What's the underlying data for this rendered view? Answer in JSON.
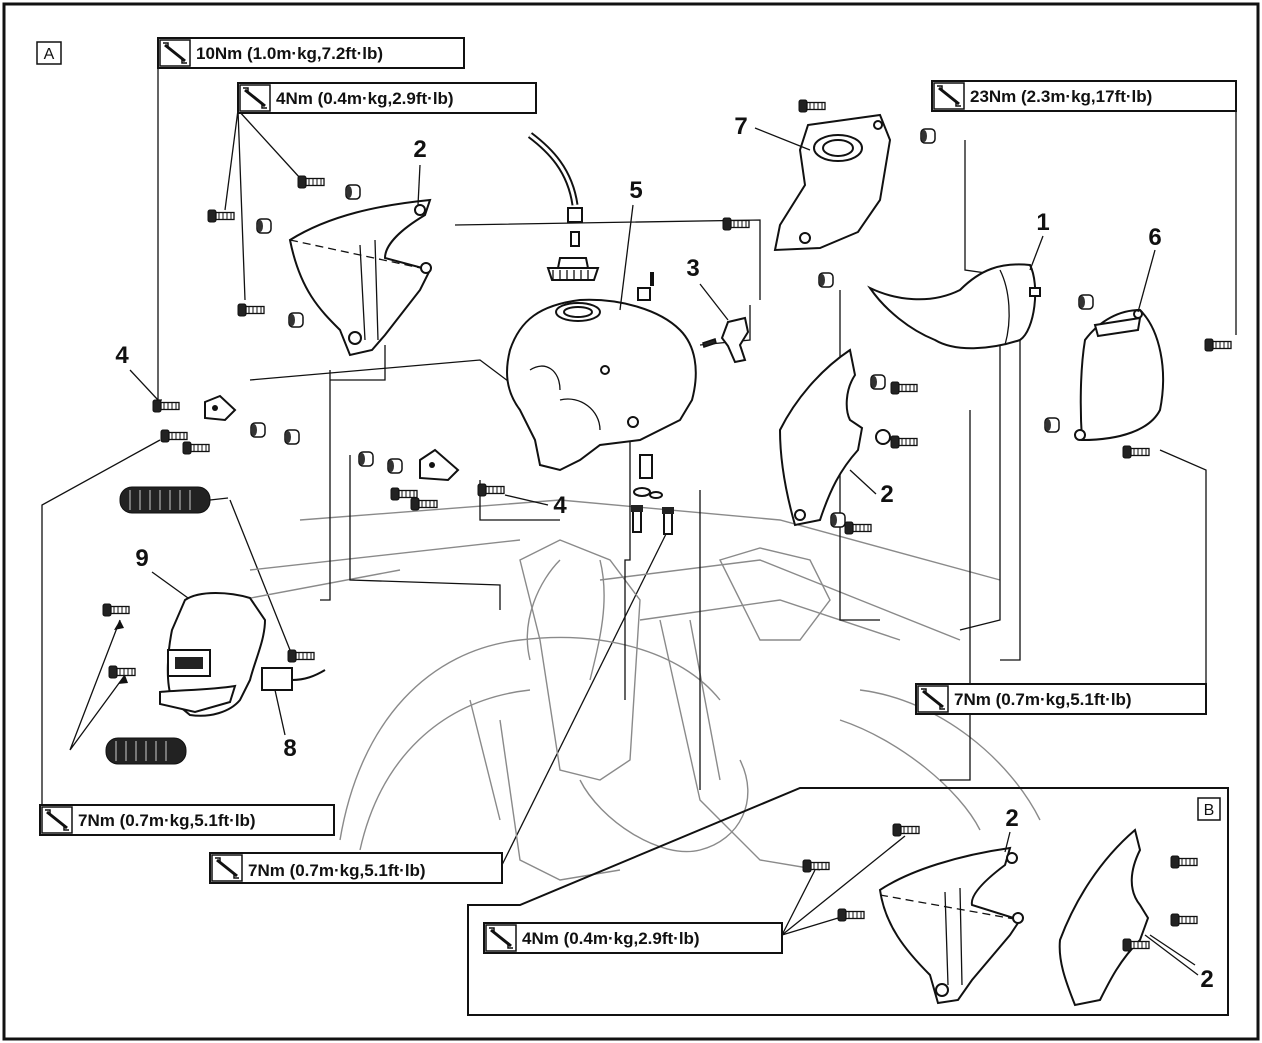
{
  "inset_labels": {
    "a": "A",
    "b": "B"
  },
  "torque_specs": [
    {
      "id": "t10",
      "text": "10Nm (1.0m·kg,7.2ft·lb)",
      "icon": "torque-wrench-icon"
    },
    {
      "id": "t4a",
      "text": "4Nm (0.4m·kg,2.9ft·lb)",
      "icon": "torque-wrench-icon"
    },
    {
      "id": "t23",
      "text": "23Nm (2.3m·kg,17ft·lb)",
      "icon": "torque-wrench-icon"
    },
    {
      "id": "t7r",
      "text": "7Nm (0.7m·kg,5.1ft·lb)",
      "icon": "torque-wrench-icon"
    },
    {
      "id": "t7l",
      "text": "7Nm (0.7m·kg,5.1ft·lb)",
      "icon": "torque-wrench-icon"
    },
    {
      "id": "t7c",
      "text": "7Nm (0.7m·kg,5.1ft·lb)",
      "icon": "torque-wrench-icon"
    },
    {
      "id": "t4b",
      "text": "4Nm (0.4m·kg,2.9ft·lb)",
      "icon": "torque-wrench-icon"
    }
  ],
  "callouts": {
    "n1": "1",
    "n2a": "2",
    "n2b": "2",
    "n2c": "2",
    "n2d": "2",
    "n3": "3",
    "n4a": "4",
    "n4b": "4",
    "n5": "5",
    "n6": "6",
    "n7": "7",
    "n8": "8",
    "n9": "9"
  }
}
